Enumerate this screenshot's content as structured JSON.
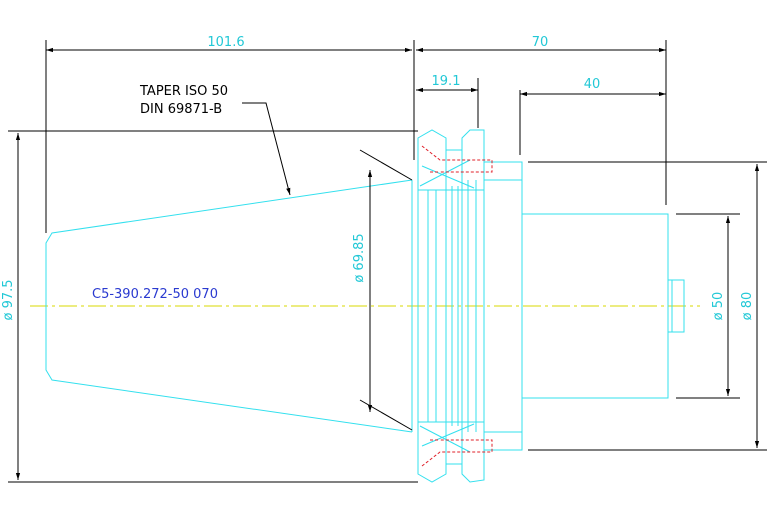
{
  "drawing": {
    "part_code": "C5-390.272-50 070",
    "taper_label_line1": "TAPER ISO 50",
    "taper_label_line2": "DIN 69871-B",
    "dimensions": {
      "total_taper_length": "101.6",
      "right_length": "70",
      "flange_width": "19.1",
      "shank_length": "40",
      "diameter_97_5": "ø 97.5",
      "diameter_69_85": "ø 69.85",
      "diameter_50": "ø 50",
      "diameter_80": "ø 80"
    }
  }
}
